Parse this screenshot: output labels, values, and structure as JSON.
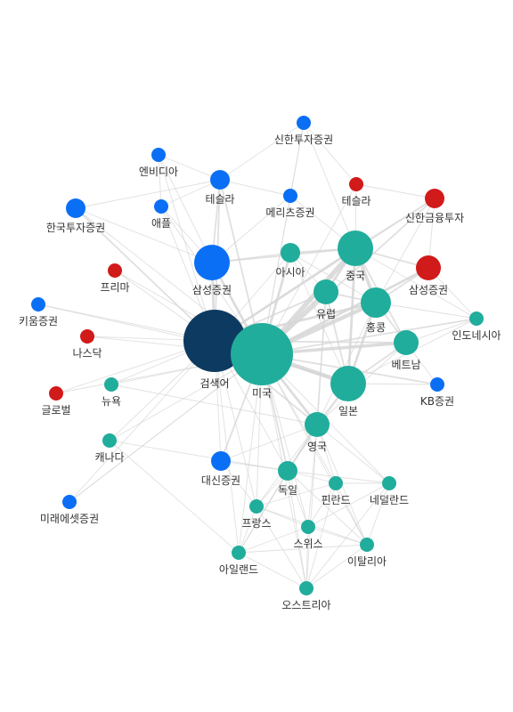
{
  "colors": {
    "teal": "#20ad9c",
    "blue": "#0a6ff5",
    "red": "#d11a1a",
    "navy": "#0d3a60",
    "edge": "#d6d6d6",
    "label": "#333333"
  },
  "nodes": [
    {
      "id": "shinhan-invest",
      "label": "신한투자증권",
      "group": "blue",
      "weight": 2
    },
    {
      "id": "envidia",
      "label": "엔비디아",
      "group": "blue",
      "weight": 2
    },
    {
      "id": "tesla-blue",
      "label": "테슬라",
      "group": "blue",
      "weight": 3
    },
    {
      "id": "meritz",
      "label": "메리츠증권",
      "group": "blue",
      "weight": 2
    },
    {
      "id": "tesla-red",
      "label": "테슬라",
      "group": "red",
      "weight": 2
    },
    {
      "id": "shinhan-fin",
      "label": "신한금융투자",
      "group": "red",
      "weight": 3
    },
    {
      "id": "apple",
      "label": "애플",
      "group": "blue",
      "weight": 2
    },
    {
      "id": "korea-invest",
      "label": "한국투자증권",
      "group": "blue",
      "weight": 3
    },
    {
      "id": "asia",
      "label": "아시아",
      "group": "teal",
      "weight": 3
    },
    {
      "id": "china",
      "label": "중국",
      "group": "teal",
      "weight": 6
    },
    {
      "id": "samsung-blue",
      "label": "삼성증권",
      "group": "blue",
      "weight": 6
    },
    {
      "id": "samsung-red",
      "label": "삼성증권",
      "group": "red",
      "weight": 4
    },
    {
      "id": "prima",
      "label": "프리마",
      "group": "red",
      "weight": 2
    },
    {
      "id": "europe",
      "label": "유럽",
      "group": "teal",
      "weight": 4
    },
    {
      "id": "hongkong",
      "label": "홍콩",
      "group": "teal",
      "weight": 5
    },
    {
      "id": "kiwoom",
      "label": "키움증권",
      "group": "blue",
      "weight": 2
    },
    {
      "id": "indonesia",
      "label": "인도네시아",
      "group": "teal",
      "weight": 2
    },
    {
      "id": "nasdaq",
      "label": "나스닥",
      "group": "red",
      "weight": 2
    },
    {
      "id": "vietnam",
      "label": "베트남",
      "group": "teal",
      "weight": 4
    },
    {
      "id": "search-term",
      "label": "검색어",
      "group": "navy",
      "weight": 10
    },
    {
      "id": "usa",
      "label": "미국",
      "group": "teal",
      "weight": 10
    },
    {
      "id": "newyork",
      "label": "뉴욕",
      "group": "teal",
      "weight": 2
    },
    {
      "id": "kb",
      "label": "KB증권",
      "group": "blue",
      "weight": 2
    },
    {
      "id": "japan",
      "label": "일본",
      "group": "teal",
      "weight": 6
    },
    {
      "id": "global",
      "label": "글로벌",
      "group": "red",
      "weight": 2
    },
    {
      "id": "uk",
      "label": "영국",
      "group": "teal",
      "weight": 4
    },
    {
      "id": "canada",
      "label": "캐나다",
      "group": "teal",
      "weight": 2
    },
    {
      "id": "daishin",
      "label": "대신증권",
      "group": "blue",
      "weight": 3
    },
    {
      "id": "germany",
      "label": "독일",
      "group": "teal",
      "weight": 3
    },
    {
      "id": "finland",
      "label": "핀란드",
      "group": "teal",
      "weight": 2
    },
    {
      "id": "netherlands",
      "label": "네덜란드",
      "group": "teal",
      "weight": 2
    },
    {
      "id": "mirae",
      "label": "미래에셋증권",
      "group": "blue",
      "weight": 2
    },
    {
      "id": "france",
      "label": "프랑스",
      "group": "teal",
      "weight": 2
    },
    {
      "id": "swiss",
      "label": "스위스",
      "group": "teal",
      "weight": 2
    },
    {
      "id": "ireland",
      "label": "아일랜드",
      "group": "teal",
      "weight": 2
    },
    {
      "id": "italy",
      "label": "이탈리아",
      "group": "teal",
      "weight": 2
    },
    {
      "id": "austria",
      "label": "오스트리아",
      "group": "teal",
      "weight": 2
    }
  ],
  "edges": [
    {
      "source": "search-term",
      "target": "usa",
      "weight": 10
    },
    {
      "source": "usa",
      "target": "china",
      "weight": 6
    },
    {
      "source": "usa",
      "target": "japan",
      "weight": 5
    },
    {
      "source": "usa",
      "target": "hongkong",
      "weight": 5
    },
    {
      "source": "usa",
      "target": "europe",
      "weight": 5
    },
    {
      "source": "usa",
      "target": "vietnam",
      "weight": 4
    },
    {
      "source": "usa",
      "target": "uk",
      "weight": 3
    },
    {
      "source": "usa",
      "target": "asia",
      "weight": 3
    },
    {
      "source": "usa",
      "target": "samsung-blue",
      "weight": 3
    },
    {
      "source": "usa",
      "target": "samsung-red",
      "weight": 3
    },
    {
      "source": "usa",
      "target": "shinhan-fin",
      "weight": 2
    },
    {
      "source": "usa",
      "target": "indonesia",
      "weight": 2
    },
    {
      "source": "usa",
      "target": "germany",
      "weight": 2
    },
    {
      "source": "usa",
      "target": "daishin",
      "weight": 2
    },
    {
      "source": "usa",
      "target": "tesla-blue",
      "weight": 2
    },
    {
      "source": "usa",
      "target": "kb",
      "weight": 2
    },
    {
      "source": "usa",
      "target": "canada",
      "weight": 1
    },
    {
      "source": "usa",
      "target": "newyork",
      "weight": 1
    },
    {
      "source": "usa",
      "target": "meritz",
      "weight": 1
    },
    {
      "source": "usa",
      "target": "shinhan-invest",
      "weight": 1
    },
    {
      "source": "usa",
      "target": "france",
      "weight": 1
    },
    {
      "source": "usa",
      "target": "finland",
      "weight": 1
    },
    {
      "source": "usa",
      "target": "swiss",
      "weight": 1
    },
    {
      "source": "usa",
      "target": "ireland",
      "weight": 1
    },
    {
      "source": "usa",
      "target": "austria",
      "weight": 1
    },
    {
      "source": "usa",
      "target": "italy",
      "weight": 1
    },
    {
      "source": "usa",
      "target": "netherlands",
      "weight": 1
    },
    {
      "source": "usa",
      "target": "tesla-red",
      "weight": 1
    },
    {
      "source": "usa",
      "target": "apple",
      "weight": 1
    },
    {
      "source": "search-term",
      "target": "samsung-blue",
      "weight": 3
    },
    {
      "source": "search-term",
      "target": "china",
      "weight": 3
    },
    {
      "source": "search-term",
      "target": "japan",
      "weight": 3
    },
    {
      "source": "search-term",
      "target": "hongkong",
      "weight": 3
    },
    {
      "source": "search-term",
      "target": "tesla-blue",
      "weight": 2
    },
    {
      "source": "search-term",
      "target": "korea-invest",
      "weight": 2
    },
    {
      "source": "search-term",
      "target": "kiwoom",
      "weight": 1
    },
    {
      "source": "search-term",
      "target": "nasdaq",
      "weight": 1
    },
    {
      "source": "search-term",
      "target": "global",
      "weight": 1
    },
    {
      "source": "search-term",
      "target": "newyork",
      "weight": 1
    },
    {
      "source": "search-term",
      "target": "canada",
      "weight": 1
    },
    {
      "source": "search-term",
      "target": "prima",
      "weight": 1
    },
    {
      "source": "search-term",
      "target": "envidia",
      "weight": 1
    },
    {
      "source": "search-term",
      "target": "apple",
      "weight": 1
    },
    {
      "source": "search-term",
      "target": "mirae",
      "weight": 1
    },
    {
      "source": "search-term",
      "target": "daishin",
      "weight": 1
    },
    {
      "source": "search-term",
      "target": "uk",
      "weight": 2
    },
    {
      "source": "search-term",
      "target": "vietnam",
      "weight": 2
    },
    {
      "source": "search-term",
      "target": "europe",
      "weight": 2
    },
    {
      "source": "search-term",
      "target": "asia",
      "weight": 1
    },
    {
      "source": "search-term",
      "target": "germany",
      "weight": 1
    },
    {
      "source": "search-term",
      "target": "france",
      "weight": 1
    },
    {
      "source": "search-term",
      "target": "ireland",
      "weight": 1
    },
    {
      "source": "search-term",
      "target": "shinhan-fin",
      "weight": 1
    },
    {
      "source": "china",
      "target": "hongkong",
      "weight": 4
    },
    {
      "source": "china",
      "target": "japan",
      "weight": 3
    },
    {
      "source": "china",
      "target": "europe",
      "weight": 3
    },
    {
      "source": "china",
      "target": "asia",
      "weight": 2
    },
    {
      "source": "china",
      "target": "vietnam",
      "weight": 2
    },
    {
      "source": "china",
      "target": "shinhan-fin",
      "weight": 2
    },
    {
      "source": "china",
      "target": "samsung-red",
      "weight": 2
    },
    {
      "source": "china",
      "target": "samsung-blue",
      "weight": 2
    },
    {
      "source": "china",
      "target": "indonesia",
      "weight": 1
    },
    {
      "source": "china",
      "target": "tesla-red",
      "weight": 1
    },
    {
      "source": "china",
      "target": "meritz",
      "weight": 1
    },
    {
      "source": "china",
      "target": "shinhan-invest",
      "weight": 1
    },
    {
      "source": "hongkong",
      "target": "japan",
      "weight": 3
    },
    {
      "source": "hongkong",
      "target": "vietnam",
      "weight": 2
    },
    {
      "source": "hongkong",
      "target": "indonesia",
      "weight": 1
    },
    {
      "source": "hongkong",
      "target": "europe",
      "weight": 2
    },
    {
      "source": "hongkong",
      "target": "samsung-red",
      "weight": 2
    },
    {
      "source": "hongkong",
      "target": "shinhan-fin",
      "weight": 1
    },
    {
      "source": "japan",
      "target": "vietnam",
      "weight": 2
    },
    {
      "source": "japan",
      "target": "europe",
      "weight": 2
    },
    {
      "source": "japan",
      "target": "uk",
      "weight": 2
    },
    {
      "source": "japan",
      "target": "kb",
      "weight": 1
    },
    {
      "source": "japan",
      "target": "germany",
      "weight": 1
    },
    {
      "source": "japan",
      "target": "indonesia",
      "weight": 1
    },
    {
      "source": "europe",
      "target": "uk",
      "weight": 2
    },
    {
      "source": "europe",
      "target": "asia",
      "weight": 1
    },
    {
      "source": "vietnam",
      "target": "indonesia",
      "weight": 1
    },
    {
      "source": "vietnam",
      "target": "kb",
      "weight": 1
    },
    {
      "source": "samsung-blue",
      "target": "tesla-blue",
      "weight": 2
    },
    {
      "source": "samsung-blue",
      "target": "envidia",
      "weight": 1
    },
    {
      "source": "samsung-blue",
      "target": "apple",
      "weight": 1
    },
    {
      "source": "samsung-blue",
      "target": "korea-invest",
      "weight": 1
    },
    {
      "source": "samsung-blue",
      "target": "asia",
      "weight": 1
    },
    {
      "source": "samsung-blue",
      "target": "meritz",
      "weight": 1
    },
    {
      "source": "tesla-blue",
      "target": "envidia",
      "weight": 1
    },
    {
      "source": "tesla-blue",
      "target": "apple",
      "weight": 1
    },
    {
      "source": "tesla-blue",
      "target": "shinhan-invest",
      "weight": 1
    },
    {
      "source": "tesla-blue",
      "target": "meritz",
      "weight": 1
    },
    {
      "source": "envidia",
      "target": "apple",
      "weight": 1
    },
    {
      "source": "shinhan-fin",
      "target": "tesla-red",
      "weight": 1
    },
    {
      "source": "shinhan-fin",
      "target": "samsung-red",
      "weight": 1
    },
    {
      "source": "shinhan-invest",
      "target": "meritz",
      "weight": 1
    },
    {
      "source": "shinhan-invest",
      "target": "tesla-red",
      "weight": 1
    },
    {
      "source": "samsung-red",
      "target": "indonesia",
      "weight": 1
    },
    {
      "source": "uk",
      "target": "germany",
      "weight": 2
    },
    {
      "source": "uk",
      "target": "finland",
      "weight": 1
    },
    {
      "source": "uk",
      "target": "netherlands",
      "weight": 1
    },
    {
      "source": "uk",
      "target": "france",
      "weight": 1
    },
    {
      "source": "uk",
      "target": "swiss",
      "weight": 1
    },
    {
      "source": "uk",
      "target": "italy",
      "weight": 1
    },
    {
      "source": "uk",
      "target": "ireland",
      "weight": 1
    },
    {
      "source": "uk",
      "target": "austria",
      "weight": 1
    },
    {
      "source": "germany",
      "target": "france",
      "weight": 1
    },
    {
      "source": "germany",
      "target": "swiss",
      "weight": 1
    },
    {
      "source": "germany",
      "target": "finland",
      "weight": 1
    },
    {
      "source": "germany",
      "target": "netherlands",
      "weight": 1
    },
    {
      "source": "germany",
      "target": "ireland",
      "weight": 1
    },
    {
      "source": "germany",
      "target": "austria",
      "weight": 1
    },
    {
      "source": "germany",
      "target": "italy",
      "weight": 1
    },
    {
      "source": "finland",
      "target": "netherlands",
      "weight": 1
    },
    {
      "source": "finland",
      "target": "swiss",
      "weight": 1
    },
    {
      "source": "finland",
      "target": "italy",
      "weight": 1
    },
    {
      "source": "finland",
      "target": "france",
      "weight": 1
    },
    {
      "source": "finland",
      "target": "austria",
      "weight": 1
    },
    {
      "source": "netherlands",
      "target": "italy",
      "weight": 1
    },
    {
      "source": "netherlands",
      "target": "swiss",
      "weight": 1
    },
    {
      "source": "netherlands",
      "target": "austria",
      "weight": 1
    },
    {
      "source": "france",
      "target": "swiss",
      "weight": 1
    },
    {
      "source": "france",
      "target": "ireland",
      "weight": 1
    },
    {
      "source": "france",
      "target": "austria",
      "weight": 1
    },
    {
      "source": "france",
      "target": "italy",
      "weight": 1
    },
    {
      "source": "swiss",
      "target": "ireland",
      "weight": 1
    },
    {
      "source": "swiss",
      "target": "austria",
      "weight": 1
    },
    {
      "source": "swiss",
      "target": "italy",
      "weight": 1
    },
    {
      "source": "ireland",
      "target": "austria",
      "weight": 1
    },
    {
      "source": "ireland",
      "target": "italy",
      "weight": 1
    },
    {
      "source": "italy",
      "target": "austria",
      "weight": 1
    },
    {
      "source": "daishin",
      "target": "germany",
      "weight": 1
    },
    {
      "source": "daishin",
      "target": "uk",
      "weight": 1
    },
    {
      "source": "daishin",
      "target": "france",
      "weight": 1
    },
    {
      "source": "canada",
      "target": "ireland",
      "weight": 1
    },
    {
      "source": "canada",
      "target": "germany",
      "weight": 1
    },
    {
      "source": "newyork",
      "target": "uk",
      "weight": 1
    },
    {
      "source": "kiwoom",
      "target": "usa",
      "weight": 1
    },
    {
      "source": "korea-invest",
      "target": "usa",
      "weight": 1
    },
    {
      "source": "korea-invest",
      "target": "tesla-blue",
      "weight": 1
    },
    {
      "source": "nasdaq",
      "target": "usa",
      "weight": 1
    },
    {
      "source": "prima",
      "target": "usa",
      "weight": 1
    },
    {
      "source": "global",
      "target": "usa",
      "weight": 1
    },
    {
      "source": "mirae",
      "target": "usa",
      "weight": 1
    },
    {
      "source": "asia",
      "target": "hongkong",
      "weight": 1
    },
    {
      "source": "asia",
      "target": "japan",
      "weight": 1
    },
    {
      "source": "uk",
      "target": "hongkong",
      "weight": 1
    },
    {
      "source": "uk",
      "target": "vietnam",
      "weight": 1
    },
    {
      "source": "usa",
      "target": "mirae",
      "weight": 1
    }
  ]
}
